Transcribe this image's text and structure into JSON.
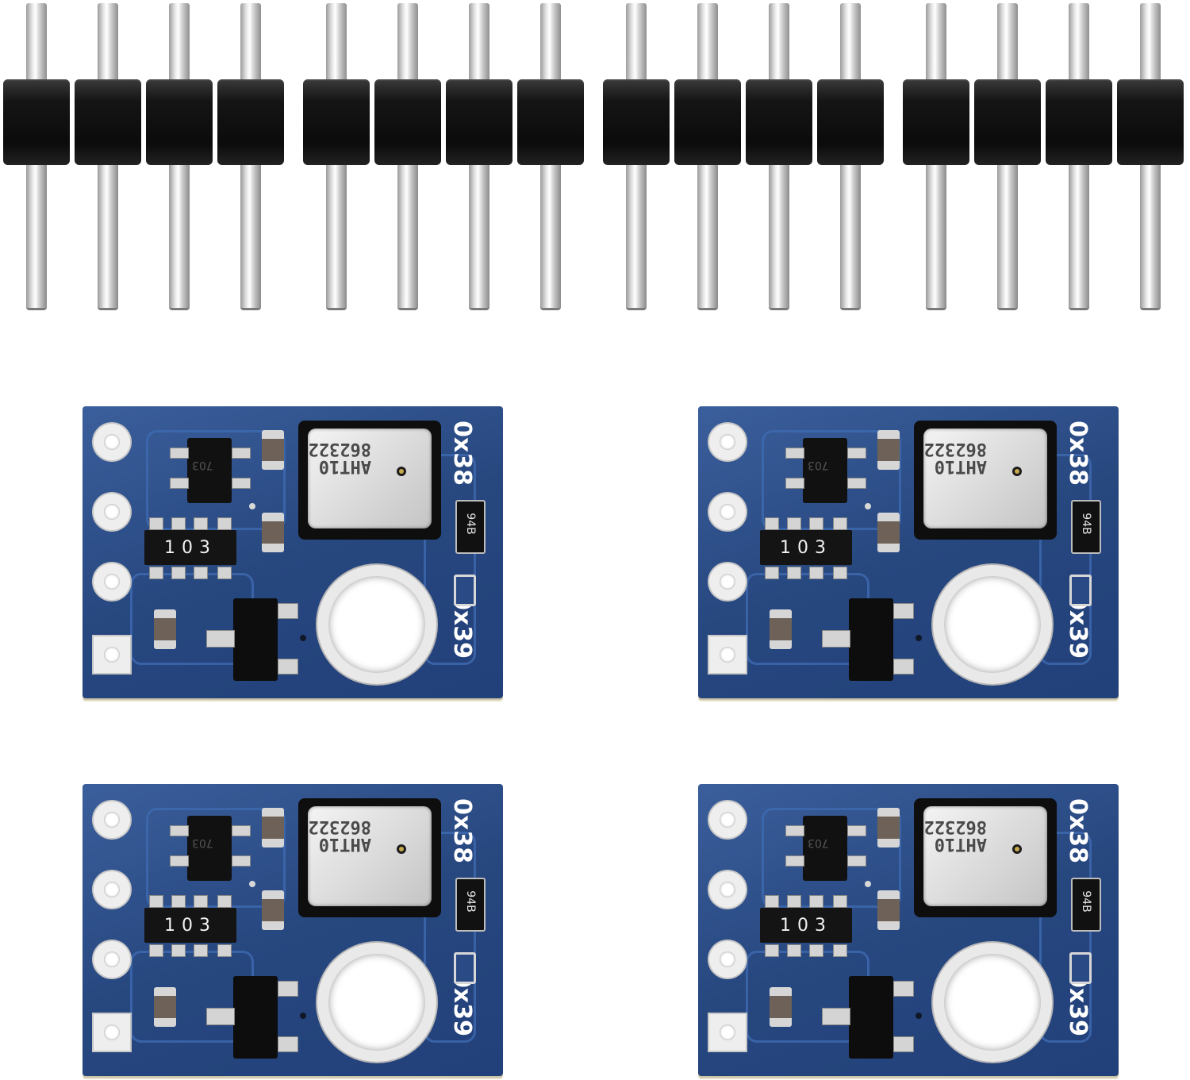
{
  "product": {
    "header_count": 4,
    "pins_per_header": 4,
    "board_count": 4
  },
  "boards": [
    {
      "chip_marking": "703",
      "resistor_marking": "103",
      "sensor_marking_line1": "AHT10",
      "sensor_marking_line2": "862322",
      "diode_marking": "94B",
      "addr_top": "0x38",
      "addr_bottom": "0x39"
    },
    {
      "chip_marking": "703",
      "resistor_marking": "103",
      "sensor_marking_line1": "AHT10",
      "sensor_marking_line2": "862322",
      "diode_marking": "94B",
      "addr_top": "0x38",
      "addr_bottom": "0x39"
    },
    {
      "chip_marking": "703",
      "resistor_marking": "103",
      "sensor_marking_line1": "AHT10",
      "sensor_marking_line2": "862322",
      "diode_marking": "94B",
      "addr_top": "0x38",
      "addr_bottom": "0x39"
    },
    {
      "chip_marking": "703",
      "resistor_marking": "103",
      "sensor_marking_line1": "AHT10",
      "sensor_marking_line2": "862322",
      "diode_marking": "94B",
      "addr_top": "0x38",
      "addr_bottom": "0x39"
    }
  ],
  "colors": {
    "pcb": "#27477f",
    "header_plastic": "#111111",
    "pin_metal": "#d9d9d9",
    "background": "#ffffff"
  }
}
